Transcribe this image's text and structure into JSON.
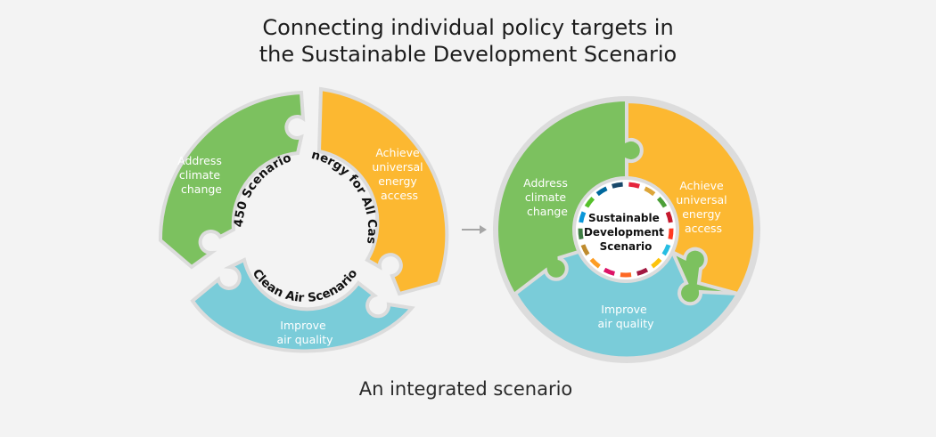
{
  "title": {
    "line1": "Connecting individual policy targets in",
    "line2": "the Sustainable Development Scenario"
  },
  "caption": "An integrated scenario",
  "colors": {
    "green": "#7cc15f",
    "orange": "#fcb831",
    "blue": "#7accd9",
    "ring_border": "#dcdcdc",
    "arrow": "#a6a6a6"
  },
  "left_diagram": {
    "segments": {
      "climate": {
        "lines": [
          "Address",
          "climate",
          "change"
        ]
      },
      "energy": {
        "lines": [
          "Achieve",
          "universal",
          "energy",
          "access"
        ]
      },
      "air": {
        "lines": [
          "Improve",
          "air quality"
        ]
      }
    },
    "ring_labels": {
      "scenario_450": "450 Scenario",
      "energy_for_all": "Energy for All Case",
      "clean_air": "Clean Air Scenario"
    }
  },
  "right_diagram": {
    "segments": {
      "climate": {
        "lines": [
          "Address",
          "climate",
          "change"
        ]
      },
      "energy": {
        "lines": [
          "Achieve",
          "universal",
          "energy",
          "access"
        ]
      },
      "air": {
        "lines": [
          "Improve",
          "air quality"
        ]
      }
    },
    "core": {
      "lines": [
        "Sustainable",
        "Development",
        "Scenario"
      ]
    },
    "sdg_dash_colors": [
      "#e5243b",
      "#dda63a",
      "#4c9f38",
      "#c5192d",
      "#ff3a21",
      "#26bde2",
      "#fcc30b",
      "#a21942",
      "#fd6925",
      "#dd1367",
      "#fd9d24",
      "#bf8b2e",
      "#3f7e44",
      "#0a97d9",
      "#56c02b",
      "#00689d",
      "#19486a"
    ]
  }
}
